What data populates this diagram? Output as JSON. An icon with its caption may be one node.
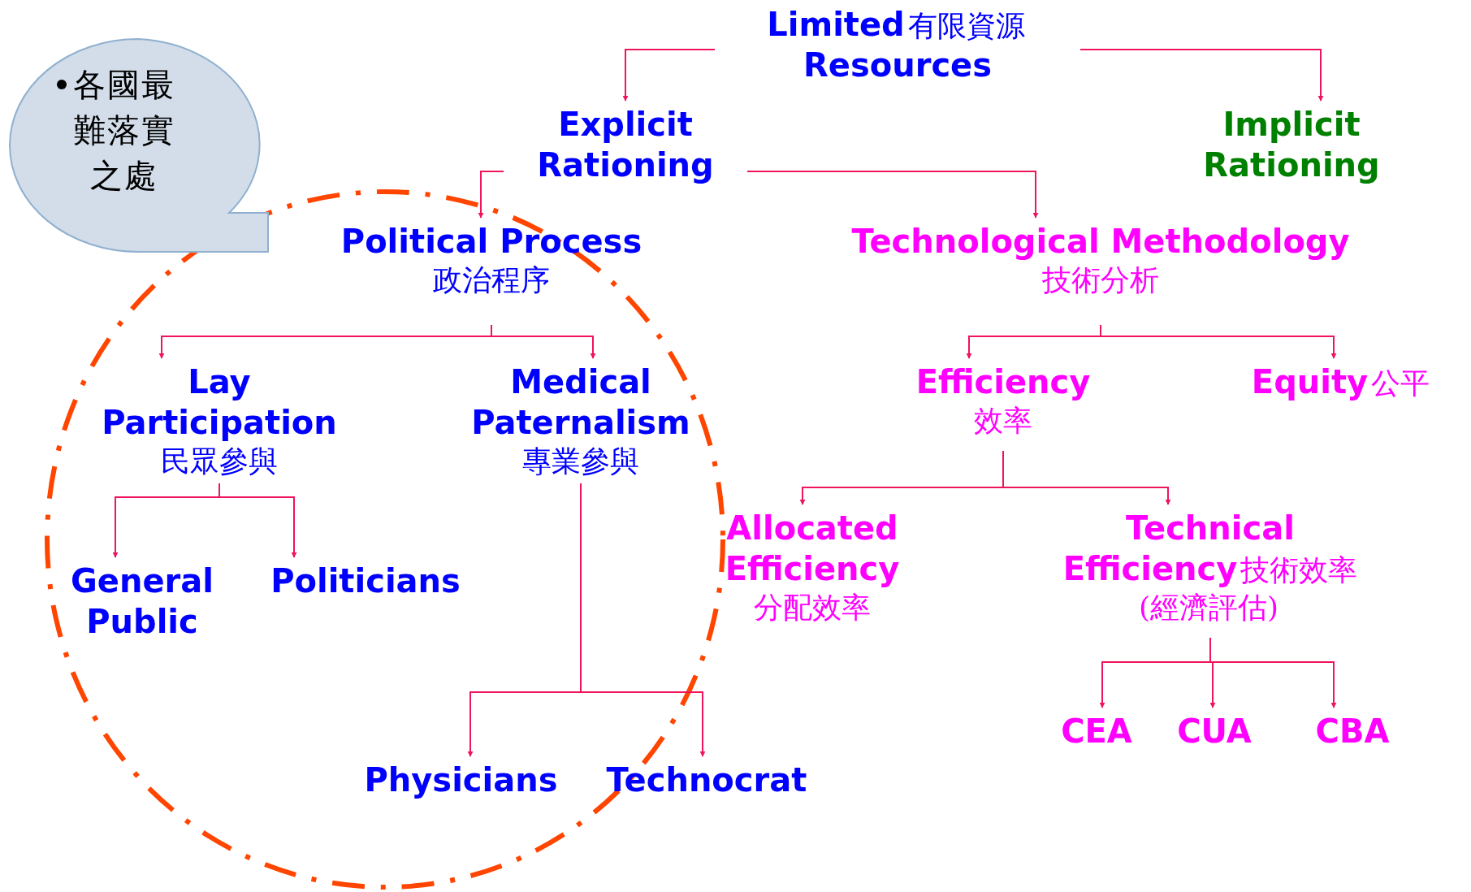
{
  "diagram": {
    "nodes": [
      {
        "text": [
          "Limited",
          "有限資源",
          "Resources"
        ]
      },
      {
        "text": [
          "Explicit Rationing"
        ]
      },
      {
        "text": [
          "Implicit Rationing"
        ]
      },
      {
        "text": [
          "Political Process",
          "政治程序"
        ]
      },
      {
        "text": [
          "Lay Participation",
          "民眾參與"
        ]
      },
      {
        "text": [
          "Medical Paternalism",
          "專業參與"
        ]
      },
      {
        "text": [
          "General Public"
        ]
      },
      {
        "text": [
          "Politicians"
        ]
      },
      {
        "text": [
          "Physicians"
        ]
      },
      {
        "text": [
          "Technocrat"
        ]
      },
      {
        "text": [
          "Technological Methodology",
          "技術分析"
        ]
      },
      {
        "text": [
          "Efficiency",
          "效率"
        ]
      },
      {
        "text": [
          "Equity",
          "公平"
        ]
      },
      {
        "text": [
          "Allocated Efficiency",
          "分配效率"
        ]
      },
      {
        "text": [
          "Technical Efficiency",
          "技術效率(經濟評估)"
        ]
      },
      {
        "text": [
          "CEA"
        ]
      },
      {
        "text": [
          "CUA"
        ]
      },
      {
        "text": [
          "CBA"
        ]
      },
      {
        "text": [
          "各國最難落實之處"
        ]
      }
    ],
    "edges": [
      {
        "from": 0,
        "to": 1,
        "arrow": "to"
      },
      {
        "from": 0,
        "to": 2,
        "arrow": "to"
      },
      {
        "from": 1,
        "to": 3,
        "arrow": "to"
      },
      {
        "from": 1,
        "to": 10,
        "arrow": "to"
      },
      {
        "from": 3,
        "to": 4,
        "arrow": "to"
      },
      {
        "from": 3,
        "to": 5,
        "arrow": "to"
      },
      {
        "from": 4,
        "to": 6,
        "arrow": "to"
      },
      {
        "from": 4,
        "to": 7,
        "arrow": "to"
      },
      {
        "from": 5,
        "to": 8,
        "arrow": "to"
      },
      {
        "from": 5,
        "to": 9,
        "arrow": "to"
      },
      {
        "from": 10,
        "to": 11,
        "arrow": "to"
      },
      {
        "from": 10,
        "to": 12,
        "arrow": "to"
      },
      {
        "from": 11,
        "to": 13,
        "arrow": "to"
      },
      {
        "from": 11,
        "to": 14,
        "arrow": "to"
      },
      {
        "from": 14,
        "to": 15,
        "arrow": "to"
      },
      {
        "from": 14,
        "to": 16,
        "arrow": "to"
      },
      {
        "from": 14,
        "to": 17,
        "arrow": "to"
      }
    ]
  }
}
